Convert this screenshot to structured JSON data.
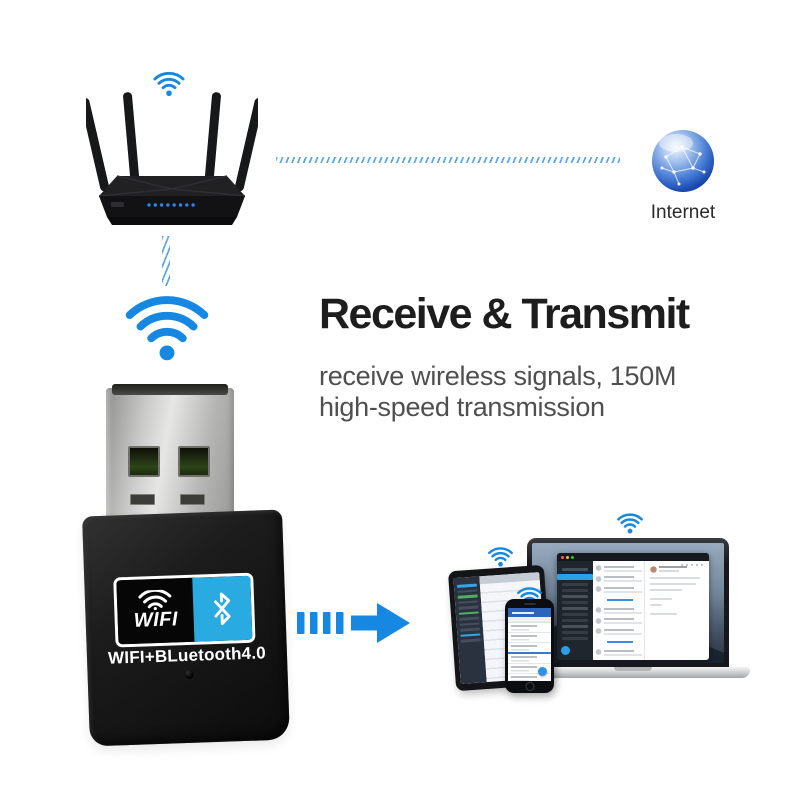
{
  "hero": {
    "title": "Receive & Transmit",
    "subtitle_line1": "receive wireless signals, 150M",
    "subtitle_line2": "high-speed transmission"
  },
  "internet_label": "Internet",
  "adapter": {
    "badge_wifi_label": "WIFI",
    "caption": "WIFI+BLuetooth4.0"
  },
  "colors": {
    "accent_blue": "#1788e2",
    "dotted_line_blue": "#59a6e8",
    "badge_blue": "#29abe2",
    "heading_text": "#1d1d1d",
    "subtitle_text": "#4f4f4f",
    "router_black": "#17181a"
  },
  "icons": {
    "wifi": "wifi-icon",
    "bluetooth": "bluetooth-icon",
    "internet_globe": "internet-globe-icon",
    "transmit_arrow": "arrow-right-icon"
  }
}
